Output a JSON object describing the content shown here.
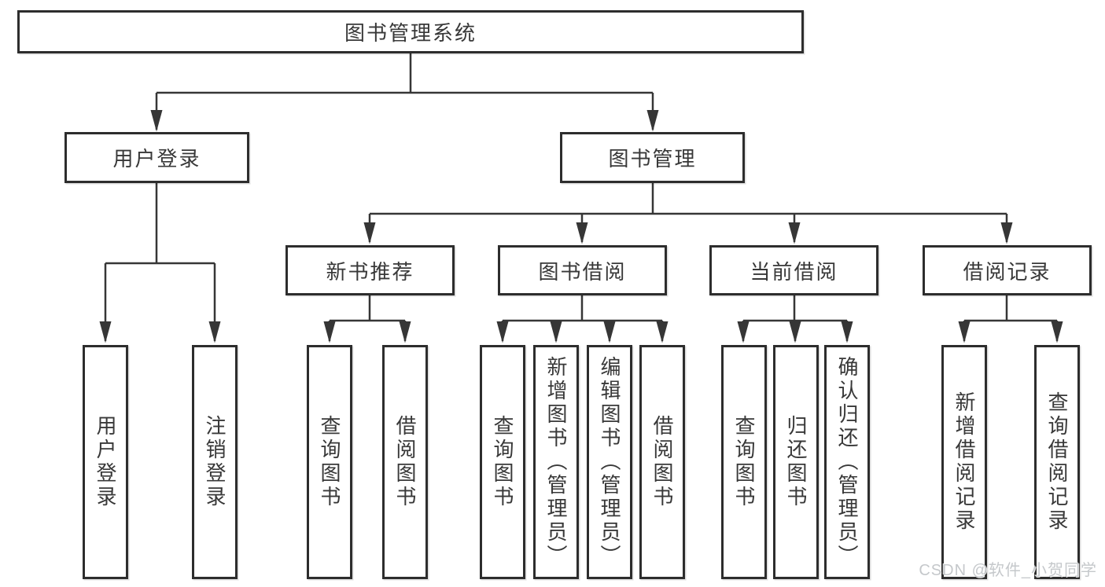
{
  "diagram_title": "图书管理系统",
  "nodes": {
    "root": "图书管理系统",
    "user_login": "用户登录",
    "book_management": "图书管理",
    "new_book_recommend": "新书推荐",
    "book_borrowing": "图书借阅",
    "current_borrowing": "当前借阅",
    "borrowing_records": "借阅记录",
    "leaf_user_login": "用户登录",
    "leaf_logout_login": "注销登录",
    "leaf_query_books_recommend": "查询图书",
    "leaf_borrow_books_recommend": "借阅图书",
    "leaf_query_books_borrowing": "查询图书",
    "leaf_add_books_admin": "新增图书（管理员）",
    "leaf_edit_books_admin": "编辑图书（管理员）",
    "leaf_borrow_books_borrowing": "借阅图书",
    "leaf_query_books_current": "查询图书",
    "leaf_return_books": "归还图书",
    "leaf_confirm_return_admin": "确认归还（管理员）",
    "leaf_add_borrow_record": "新增借阅记录",
    "leaf_query_borrow_record": "查询借阅记录"
  },
  "hierarchy": {
    "root": "图书管理系统",
    "children": [
      {
        "label": "用户登录",
        "children": [
          "用户登录",
          "注销登录"
        ]
      },
      {
        "label": "图书管理",
        "children": [
          {
            "label": "新书推荐",
            "children": [
              "查询图书",
              "借阅图书"
            ]
          },
          {
            "label": "图书借阅",
            "children": [
              "查询图书",
              "新增图书（管理员）",
              "编辑图书（管理员）",
              "借阅图书"
            ]
          },
          {
            "label": "当前借阅",
            "children": [
              "查询图书",
              "归还图书",
              "确认归还（管理员）"
            ]
          },
          {
            "label": "借阅记录",
            "children": [
              "新增借阅记录",
              "查询借阅记录"
            ]
          }
        ]
      }
    ]
  },
  "colors": {
    "background": "#ffffff",
    "box_border": "#2d2d2d",
    "connector_line": "#363636",
    "text": "#383838",
    "watermark_text": "#c5c8cb"
  },
  "watermark": "CSDN @软件_小贺同学"
}
